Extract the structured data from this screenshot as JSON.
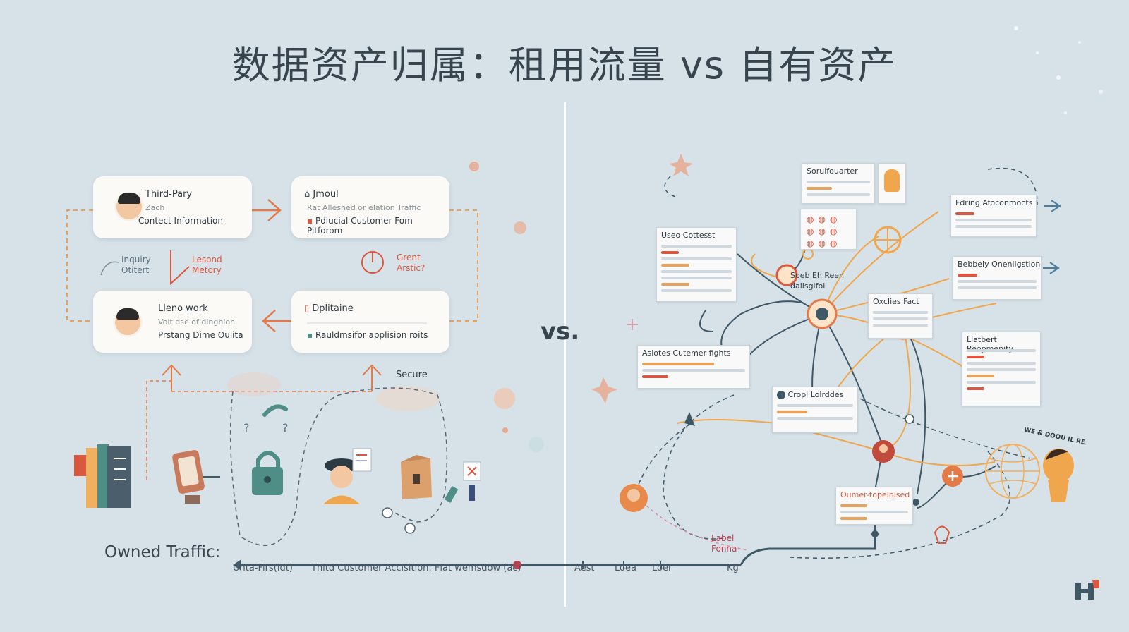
{
  "title": "数据资产归属：租用流量 vs 自有资产",
  "vs": "vs.",
  "colors": {
    "accent_orange": "#e88a4c",
    "accent_red": "#d9583f",
    "ink": "#3f5866",
    "bg": "#d6e1e8"
  },
  "left": {
    "cards": [
      {
        "title": "Third-Pary",
        "sub": "Zach",
        "line": "Contect Information"
      },
      {
        "title": "Jmoul",
        "sub": "Rat Alleshed or elation Traffic",
        "line": "Pdlucial Customer Fom Pitforom"
      },
      {
        "title": "Lleno work",
        "sub": "Volt dse of dinghion",
        "line": "Prstang Dime Oulita"
      },
      {
        "title": "Dplitaine",
        "sub": "",
        "line": "Rauldmsifor applision roits"
      }
    ],
    "labels": {
      "inquiry": "Inquiry\nOtitert",
      "lesond": "Lesond\nMetory",
      "grent": "Grent\nArstic?",
      "secure": "Secure"
    },
    "icons": [
      "book-stack-icon",
      "clipboard-icon",
      "padlock-icon",
      "person-with-document-icon",
      "paper-bag-icon",
      "rejected-card-icon"
    ]
  },
  "axis": {
    "owned_label": "Owned Traffic:",
    "ticks": [
      "Unta-Firs(ldt)",
      "Thitd Customer Acclsition: Flat wemsdow (ac)",
      "Aest",
      "Loea",
      "Loer",
      "Kg"
    ]
  },
  "right": {
    "panels": [
      {
        "title": "Sorulfouarter"
      },
      {
        "title": "Useo Cottesst"
      },
      {
        "title": "Fdring Afoconmocts"
      },
      {
        "title": "Bebbely Onenligstion"
      },
      {
        "title": "Aslotes Cutemer fights"
      },
      {
        "title": "Oxclies Fact"
      },
      {
        "title": "Llatbert Reopmenity"
      },
      {
        "title": "Cropl Lolrddes"
      },
      {
        "title": "Oumer-topelnised"
      }
    ],
    "node_labels": {
      "hub": "Soeb Eh Reeh\ndalisgifoi",
      "label_forna": "Label\nFonna",
      "cluster_note": "WE & DOOU IL RE"
    }
  }
}
